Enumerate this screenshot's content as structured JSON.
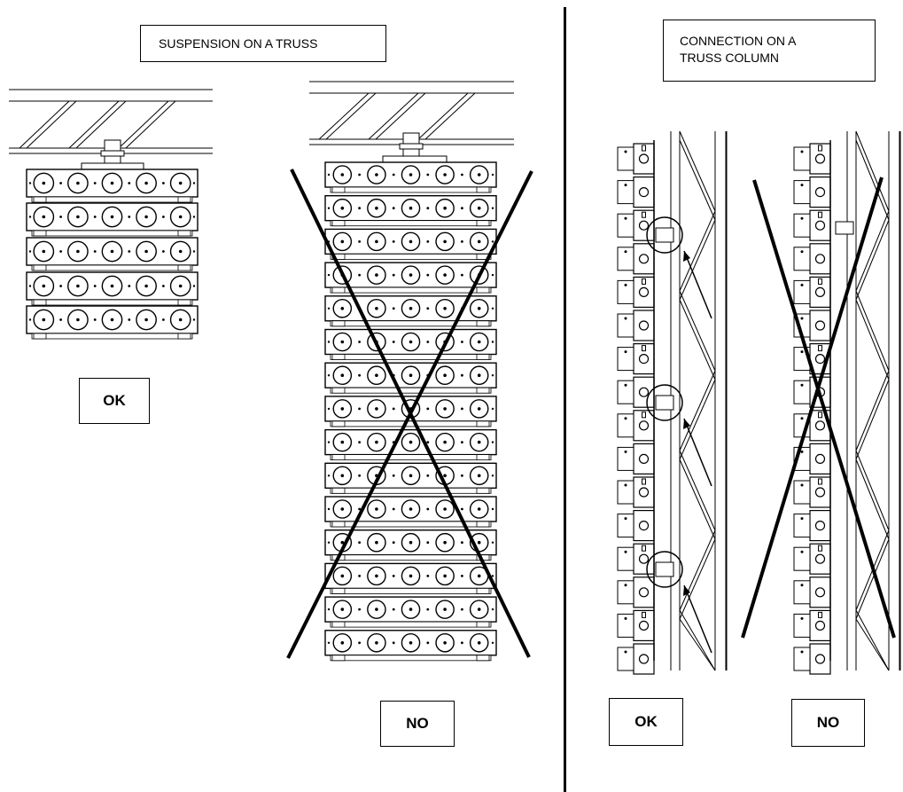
{
  "suspension": {
    "title": "SUSPENSION ON A TRUSS",
    "ok_label": "OK",
    "no_label": "NO"
  },
  "column": {
    "title_line1": "CONNECTION ON A",
    "title_line2": "TRUSS COLUMN",
    "ok_label": "OK",
    "no_label": "NO"
  },
  "colors": {
    "line": "#000000",
    "fixture_fill": "#ffffff"
  }
}
